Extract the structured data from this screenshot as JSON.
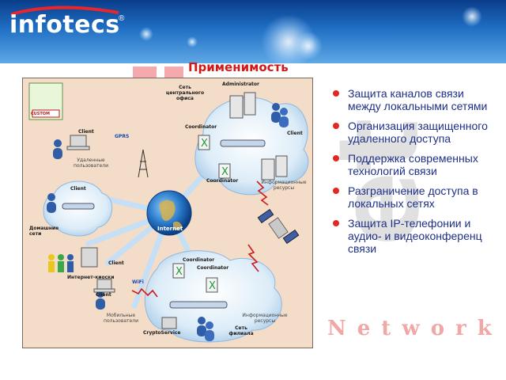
{
  "header": {
    "logo_text": "infotecs",
    "logo_mark": "®"
  },
  "page_title": "Применимость",
  "diagram": {
    "labels": {
      "central_office": "Сеть центрального офиса",
      "administrator": "Administrator",
      "coordinator_top": "Coordinator",
      "client_top_right": "Client",
      "coordinator_mid": "Coordinator",
      "info_resources_top": "Информационные ресурсы",
      "client_remote": "Client",
      "gprs": "GPRS",
      "remote_users": "Удаленные пользователи",
      "client_home": "Client",
      "home_networks": "Домашние сети",
      "internet": "Internet",
      "client_kiosk": "Client",
      "internet_kiosk": "Интернет-киоски",
      "wifi": "WiFi",
      "client_mobile": "Client",
      "mobile_users": "Мобильные пользователи",
      "crypto_service": "CryptoService",
      "coordinator_branch_1": "Coordinator",
      "coordinator_branch_2": "Coordinator",
      "info_resources_branch": "Информационные ресурсы",
      "branch_network": "Сеть филиала",
      "custom_badge": "CUSTOM"
    }
  },
  "bullets": [
    "Защита каналов связи между локальными сетями",
    "Организация защищенного удаленного доступа",
    "Поддержка современных технологий связи",
    "Разграничение доступа в локальных сетях",
    "Защита IP-телефонии и аудио- и видеоконференц связи"
  ],
  "watermark": {
    "letters": "et",
    "word": "Network"
  },
  "colors": {
    "header_dark": "#0a3d8a",
    "header_light": "#5fa8e6",
    "title_red": "#d01818",
    "bullet_text": "#1e2f86",
    "bullet_dot": "#e42626",
    "diagram_bg": "#f3ddc8"
  }
}
